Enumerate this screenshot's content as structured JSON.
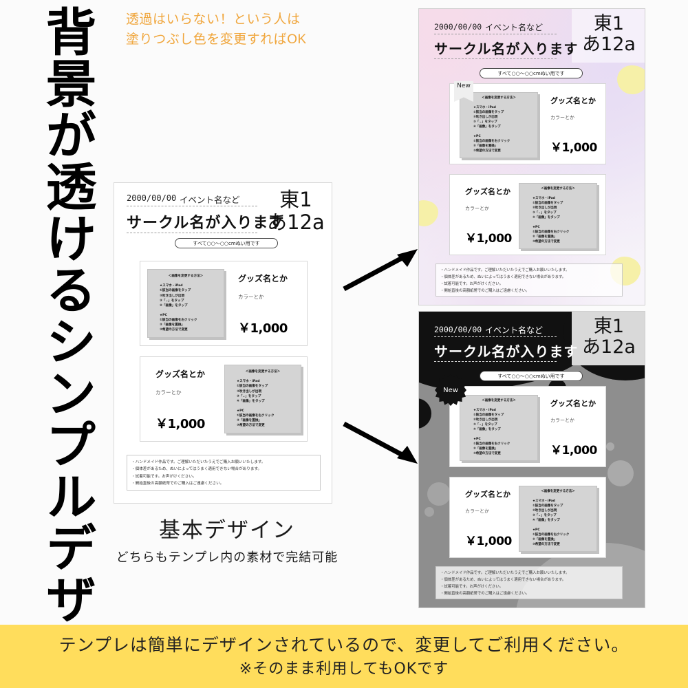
{
  "headline_vertical": "背景が透けるシンプルデザイン",
  "orange_note": "透過はいらない！という人は\n塗りつぶし色を変更すればOK",
  "flyer": {
    "date": "2000/00/00",
    "event": "イベント名など",
    "circle_name": "サークル名が入ります",
    "booth_line1": "東1",
    "booth_line2": "あ12a",
    "pill": "すべて○○〜○○cmぬい用です",
    "new_tag": "New",
    "howto_title": "＜画像を変更する方法＞",
    "howto_body": "★スマホ・iPad\n①該当の画像をタップ\n②吹き出しが出現\n③「⌄」をタップ\n④「画像」をタップ\n\n★PC\n①該当の画像を右クリック\n②「画像を置換」\n③希望の方法で変更",
    "goods_name": "グッズ名とか",
    "color_label": "カラーとか",
    "price": "￥1,000",
    "notes": "・ハンドメイド作品です。ご理解いただいたうえでご購入お願いいたします。\n・個体差があるため、ぬいによってはうまく適用できない場合があります。\n・試着可能です。お声がけください。\n・開始直後の高額紙幣でのご購入はご遠慮ください。"
  },
  "captions": {
    "base_design": "基本デザイン",
    "both_ok": "どちらもテンプレ内の素材で完結可能"
  },
  "banner": {
    "line1": "テンプレは簡単にデザインされているので、変更してご利用ください。",
    "line2": "※そのまま利用してもOKです"
  },
  "colors": {
    "banner_bg": "#ffdd5c",
    "orange_text": "#f0a63c",
    "pink_bg": "#f3dcec",
    "lavender_bg": "#ece4f4",
    "star_yellow": "#f6f0a8",
    "dark_gray": "#8e8e8e",
    "black": "#000000",
    "photo_gray": "#d4d4d4"
  }
}
